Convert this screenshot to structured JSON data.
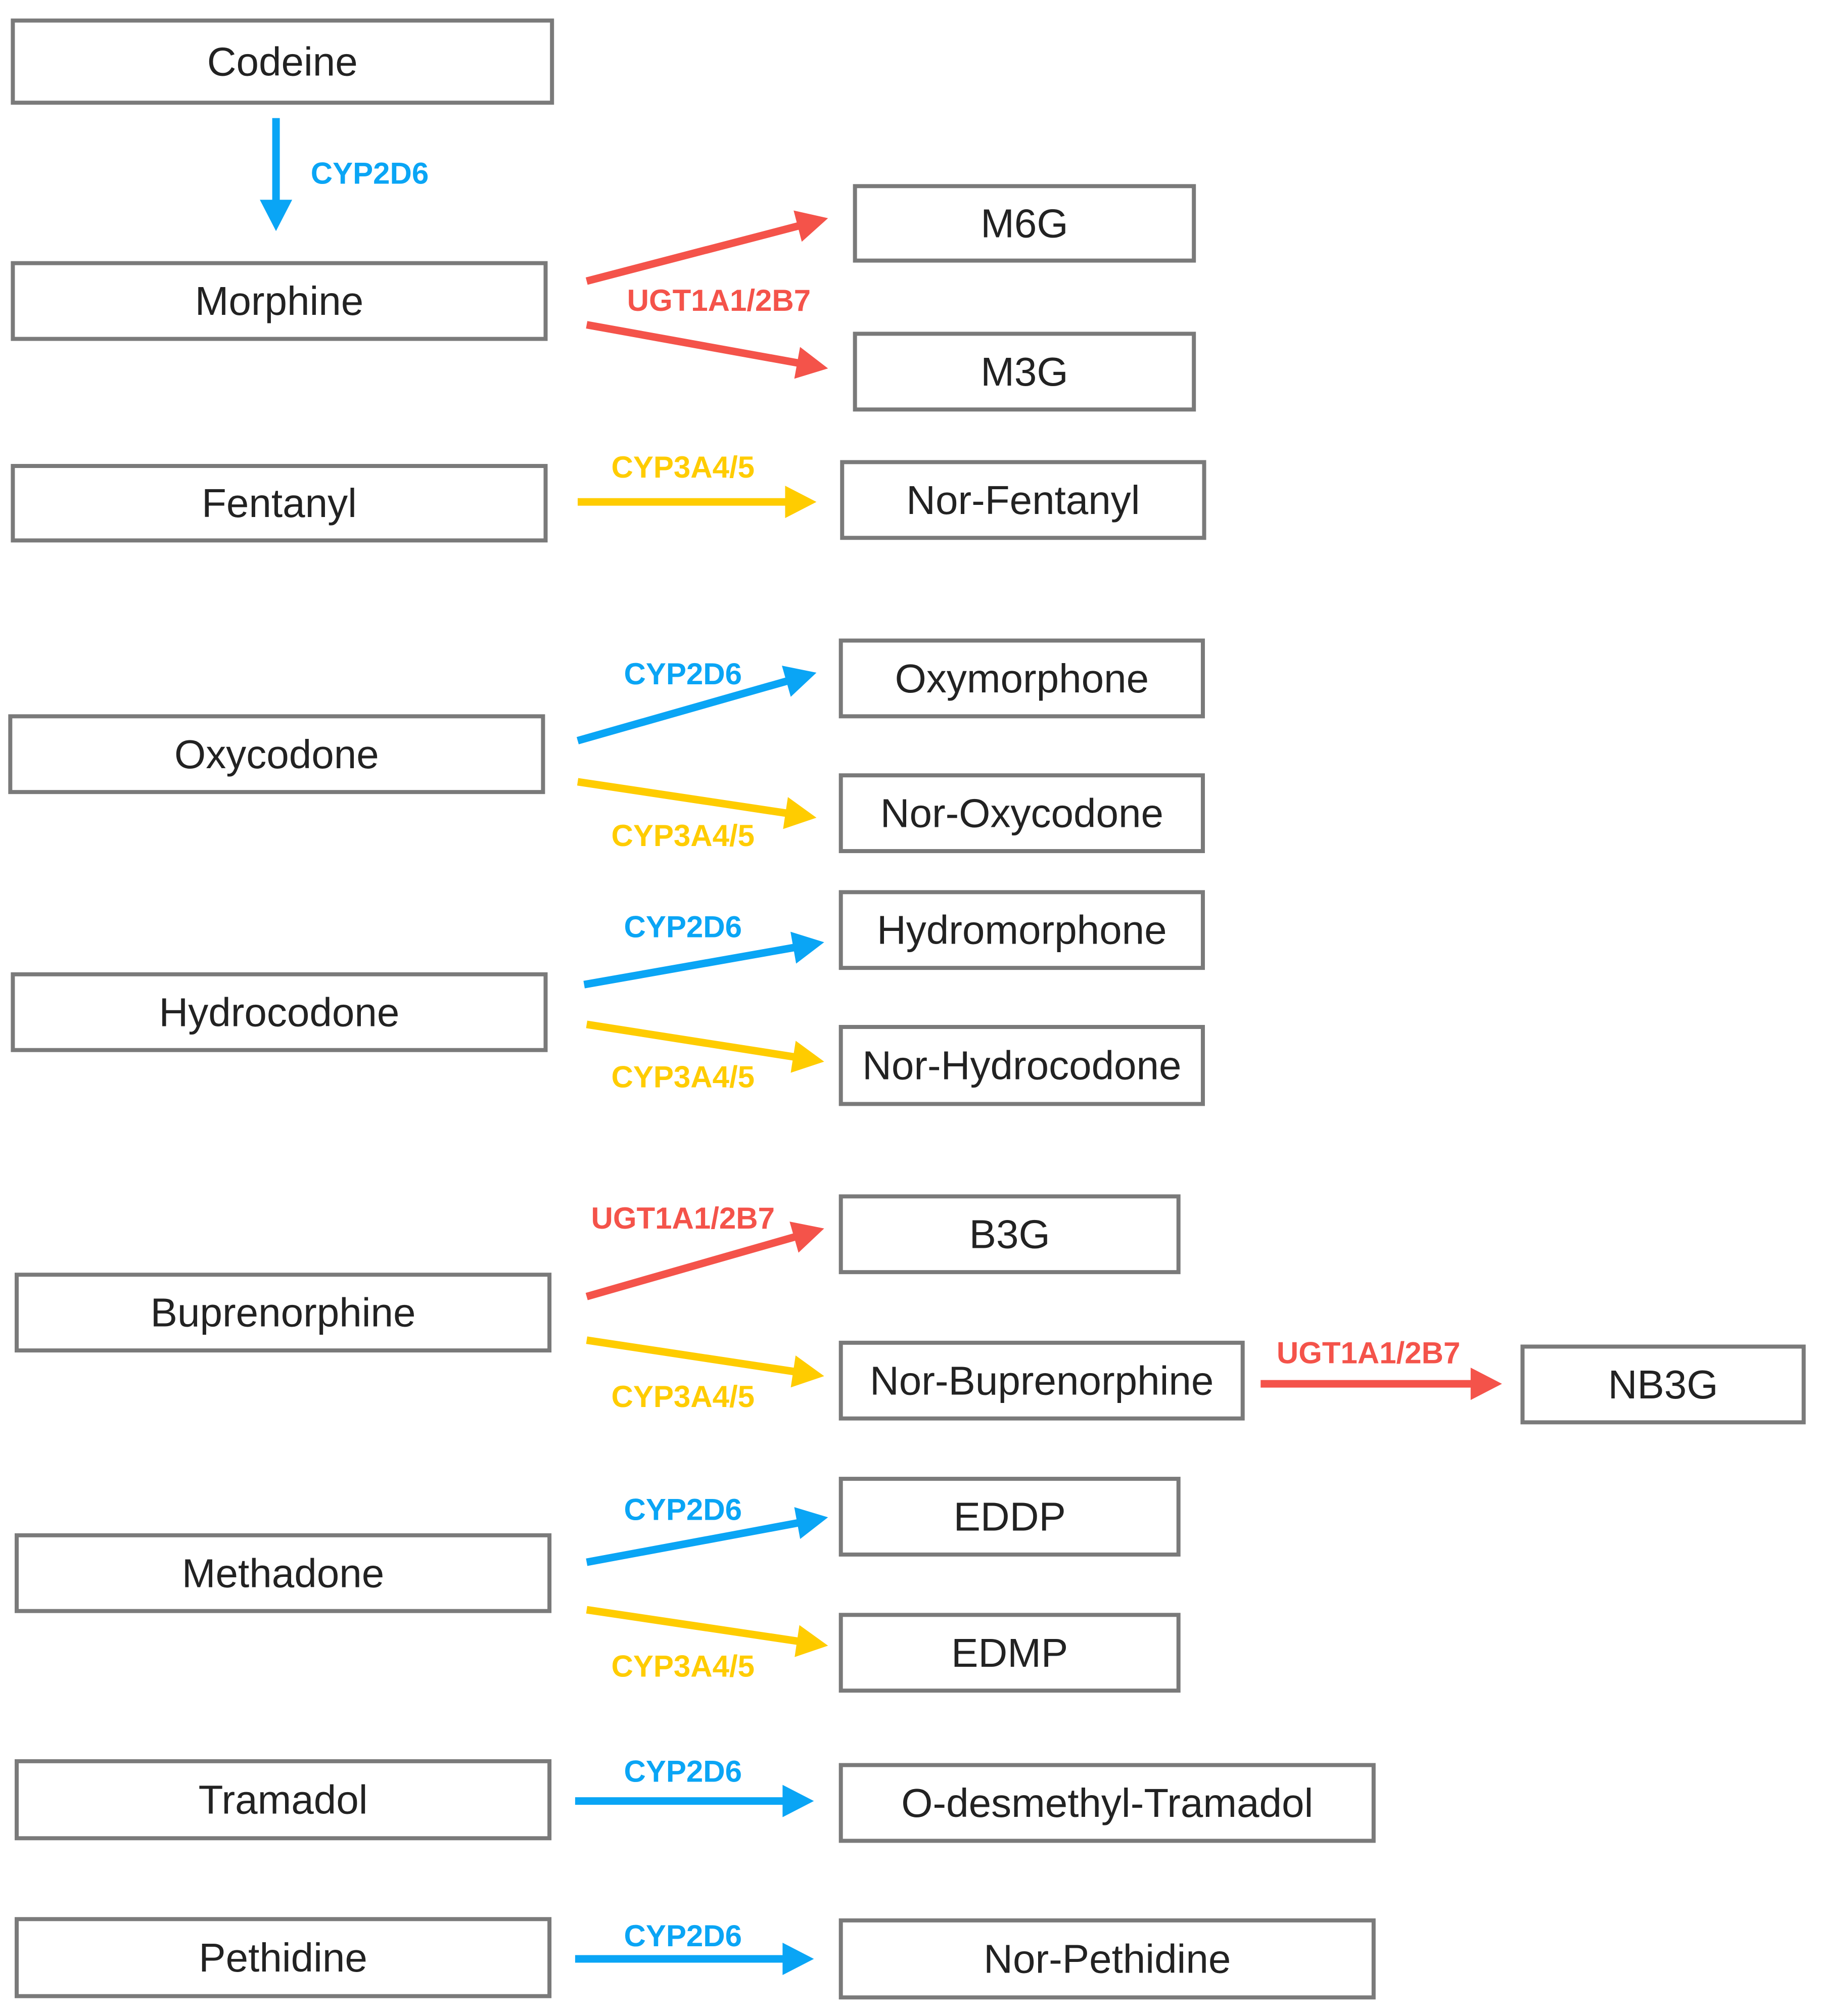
{
  "colors": {
    "CYP2D6": "#0aa5f5",
    "CYP3A4/5": "#ffcc00",
    "UGT1A1/2B7": "#f4534a"
  },
  "nodes": {
    "codeine": "Codeine",
    "morphine": "Morphine",
    "m6g": "M6G",
    "m3g": "M3G",
    "fentanyl": "Fentanyl",
    "nor_fentanyl": "Nor-Fentanyl",
    "oxycodone": "Oxycodone",
    "oxymorphone": "Oxymorphone",
    "nor_oxycodone": "Nor-Oxycodone",
    "hydrocodone": "Hydrocodone",
    "hydromorphone": "Hydromorphone",
    "nor_hydrocodone": "Nor-Hydrocodone",
    "buprenorphine": "Buprenorphine",
    "b3g": "B3G",
    "nor_buprenorphine": "Nor-Buprenorphine",
    "nb3g": "NB3G",
    "methadone": "Methadone",
    "eddp": "EDDP",
    "edmp": "EDMP",
    "tramadol": "Tramadol",
    "o_desmethyl_tramadol": "O-desmethyl-Tramadol",
    "pethidine": "Pethidine",
    "nor_pethidine": "Nor-Pethidine"
  },
  "edges": [
    {
      "from": "codeine",
      "to": "morphine",
      "enzyme": "CYP2D6"
    },
    {
      "from": "morphine",
      "to": "m6g",
      "enzyme": "UGT1A1/2B7"
    },
    {
      "from": "morphine",
      "to": "m3g",
      "enzyme": "UGT1A1/2B7"
    },
    {
      "from": "fentanyl",
      "to": "nor_fentanyl",
      "enzyme": "CYP3A4/5"
    },
    {
      "from": "oxycodone",
      "to": "oxymorphone",
      "enzyme": "CYP2D6"
    },
    {
      "from": "oxycodone",
      "to": "nor_oxycodone",
      "enzyme": "CYP3A4/5"
    },
    {
      "from": "hydrocodone",
      "to": "hydromorphone",
      "enzyme": "CYP2D6"
    },
    {
      "from": "hydrocodone",
      "to": "nor_hydrocodone",
      "enzyme": "CYP3A4/5"
    },
    {
      "from": "buprenorphine",
      "to": "b3g",
      "enzyme": "UGT1A1/2B7"
    },
    {
      "from": "buprenorphine",
      "to": "nor_buprenorphine",
      "enzyme": "CYP3A4/5"
    },
    {
      "from": "nor_buprenorphine",
      "to": "nb3g",
      "enzyme": "UGT1A1/2B7"
    },
    {
      "from": "methadone",
      "to": "eddp",
      "enzyme": "CYP2D6"
    },
    {
      "from": "methadone",
      "to": "edmp",
      "enzyme": "CYP3A4/5"
    },
    {
      "from": "tramadol",
      "to": "o_desmethyl_tramadol",
      "enzyme": "CYP2D6"
    },
    {
      "from": "pethidine",
      "to": "nor_pethidine",
      "enzyme": "CYP2D6"
    }
  ]
}
